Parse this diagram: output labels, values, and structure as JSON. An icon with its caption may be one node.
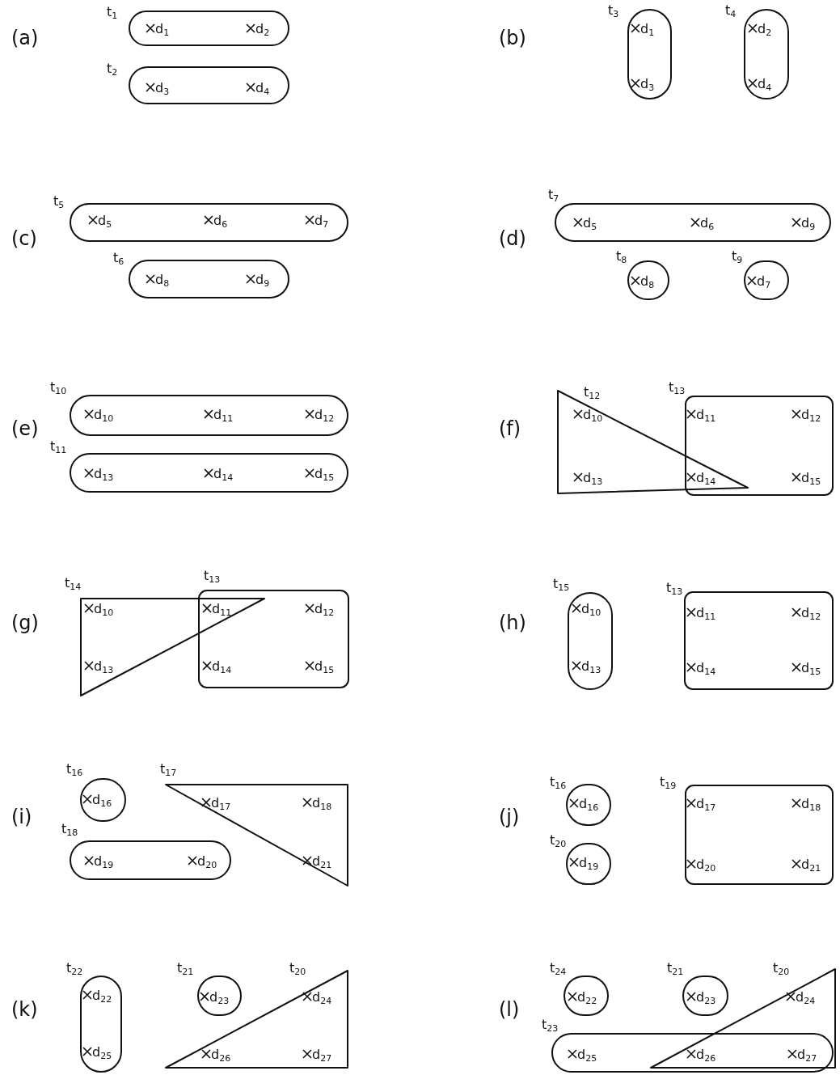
{
  "diagram": {
    "nodes": [
      {
        "text": [
          "t$_{1}$",
          "d$_{1}$",
          "d$_{2}$"
        ]
      },
      {
        "text": [
          "t$_{2}$",
          "d$_{3}$",
          "d$_{4}$"
        ]
      },
      {
        "text": [
          "t$_{3}$",
          "d$_{1}$",
          "d$_{3}$"
        ]
      },
      {
        "text": [
          "t$_{4}$",
          "d$_{2}$",
          "d$_{4}$"
        ]
      },
      {
        "text": [
          "t$_{5}$",
          "d$_{5}$",
          "d$_{6}$",
          "d$_{7}$"
        ]
      },
      {
        "text": [
          "t$_{6}$",
          "d$_{8}$",
          "d$_{9}$"
        ]
      },
      {
        "text": [
          "t$_{7}$",
          "d$_{5}$",
          "d$_{6}$",
          "d$_{9}$"
        ]
      },
      {
        "text": [
          "t$_{8}$",
          "d$_{8}$"
        ]
      },
      {
        "text": [
          "t$_{9}$",
          "d$_{7}$"
        ]
      },
      {
        "text": [
          "t$_{10}$",
          "d$_{10}$",
          "d$_{11}$",
          "d$_{12}$"
        ]
      },
      {
        "text": [
          "t$_{11}$",
          "d$_{13}$",
          "d$_{14}$",
          "d$_{15}$"
        ]
      },
      {
        "text": [
          "t$_{12}$",
          "d$_{10}$",
          "d$_{13}$"
        ]
      },
      {
        "text": [
          "t$_{13}$",
          "d$_{11}$",
          "d$_{12}$",
          "d$_{14}$",
          "d$_{15}$"
        ]
      },
      {
        "text": [
          "t$_{14}$",
          "d$_{10}$",
          "d$_{13}$"
        ]
      },
      {
        "text": [
          "t$_{13}$",
          "d$_{11}$",
          "d$_{12}$",
          "d$_{14}$",
          "d$_{15}$"
        ]
      },
      {
        "text": [
          "t$_{15}$",
          "d$_{10}$",
          "d$_{13}$"
        ]
      },
      {
        "text": [
          "t$_{13}$",
          "d$_{11}$",
          "d$_{12}$",
          "d$_{14}$",
          "d$_{15}$"
        ]
      },
      {
        "text": [
          "t$_{16}$",
          "d$_{16}$"
        ]
      },
      {
        "text": [
          "t$_{17}$",
          "d$_{17}$",
          "d$_{18}$",
          "d$_{21}$"
        ]
      },
      {
        "text": [
          "t$_{18}$",
          "d$_{19}$",
          "d$_{20}$"
        ]
      },
      {
        "text": [
          "t$_{16}$",
          "d$_{16}$"
        ]
      },
      {
        "text": [
          "t$_{20}$",
          "d$_{19}$"
        ]
      },
      {
        "text": [
          "t$_{19}$",
          "d$_{17}$",
          "d$_{18}$",
          "d$_{20}$",
          "d$_{21}$"
        ]
      },
      {
        "text": [
          "t$_{22}$",
          "d$_{22}$",
          "d$_{25}$"
        ]
      },
      {
        "text": [
          "t$_{21}$",
          "d$_{23}$"
        ]
      },
      {
        "text": [
          "t$_{20}$",
          "d$_{24}$",
          "d$_{26}$",
          "d$_{27}$"
        ]
      },
      {
        "text": [
          "t$_{24}$",
          "d$_{22}$"
        ]
      },
      {
        "text": [
          "t$_{21}$",
          "d$_{23}$"
        ]
      },
      {
        "text": [
          "t$_{20}$",
          "d$_{24}$"
        ]
      },
      {
        "text": [
          "t$_{23}$",
          "d$_{25}$",
          "d$_{26}$",
          "d$_{27}$"
        ]
      }
    ],
    "labels": [
      "(a)",
      "(b)",
      "(c)",
      "(d)",
      "(e)",
      "(f)",
      "(g)",
      "(h)",
      "(i)",
      "(j)",
      "(k)",
      "(l)"
    ]
  }
}
